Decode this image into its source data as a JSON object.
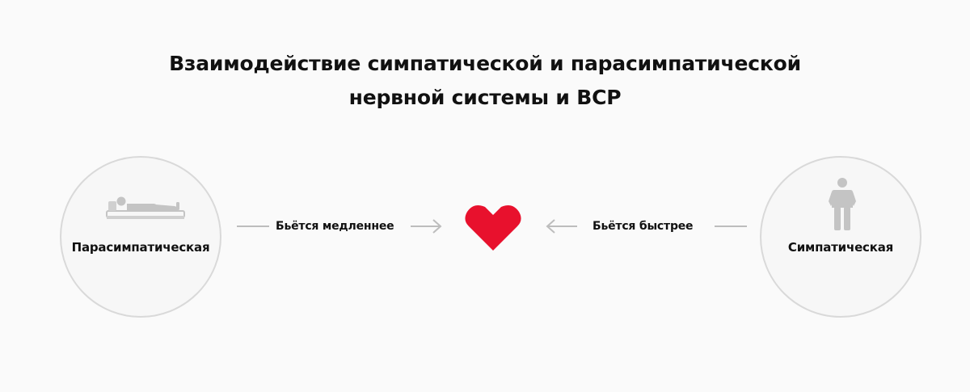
{
  "title": {
    "line1": "Взаимодействие симпатической и парасимпатической",
    "line2": "нервной системы и ВСР"
  },
  "left": {
    "label": "Парасимпатическая",
    "icon": "lying-person-icon",
    "connector_label": "Бьётся медленнее"
  },
  "right": {
    "label": "Симпатическая",
    "icon": "standing-person-icon",
    "connector_label": "Бьётся быстрее"
  },
  "center": {
    "icon": "heart-icon",
    "color": "#e8112d"
  },
  "colors": {
    "line": "#bdbdbd",
    "circle_border": "#d9d9d9",
    "icon": "#bfbfbf"
  }
}
